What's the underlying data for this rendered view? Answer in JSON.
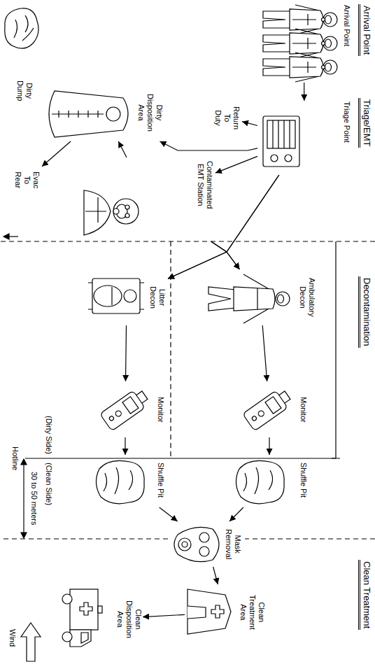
{
  "diagram": {
    "nodes": [
      {
        "text": [
          "Arrival Point"
        ]
      },
      {
        "text": [
          "Triage Point"
        ]
      },
      {
        "text": [
          "Return To Duty"
        ]
      },
      {
        "text": [
          "Contaminated EMT Station"
        ]
      },
      {
        "text": [
          "Dirty Disposition Area"
        ]
      },
      {
        "text": [
          "Dirty Dump"
        ]
      },
      {
        "text": [
          "Evac To Rear"
        ]
      },
      {
        "text": [
          "Ambulatory Decon"
        ]
      },
      {
        "text": [
          "Litter Decon"
        ]
      },
      {
        "text": [
          "Monitor"
        ]
      },
      {
        "text": [
          "Monitor"
        ]
      },
      {
        "text": [
          "Shuffle Pit"
        ]
      },
      {
        "text": [
          "Shuffle Pit"
        ]
      },
      {
        "text": [
          "Mask Removal"
        ]
      },
      {
        "text": [
          "Clean Treatment Area"
        ]
      },
      {
        "text": [
          "Clean Disposition Area"
        ]
      }
    ],
    "edges": [
      {
        "from": 0,
        "to": 1,
        "arrow": "to"
      },
      {
        "from": 1,
        "to": 2,
        "arrow": "to"
      },
      {
        "from": 1,
        "to": 4,
        "arrow": "to"
      },
      {
        "from": 1,
        "to": 3,
        "arrow": "to"
      },
      {
        "from": 1,
        "to": 7,
        "arrow": "to"
      },
      {
        "from": 1,
        "to": 8,
        "arrow": "to"
      },
      {
        "from": 3,
        "to": 7,
        "arrow": "to"
      },
      {
        "from": 3,
        "to": 8,
        "arrow": "to"
      },
      {
        "from": 3,
        "to": 4,
        "arrow": "to"
      },
      {
        "from": 4,
        "to": 6,
        "arrow": "to"
      },
      {
        "from": 7,
        "to": 9,
        "arrow": "to"
      },
      {
        "from": 8,
        "to": 10,
        "arrow": "to"
      },
      {
        "from": 9,
        "to": 11,
        "arrow": "to"
      },
      {
        "from": 10,
        "to": 12,
        "arrow": "to"
      },
      {
        "from": 11,
        "to": 13,
        "arrow": "to"
      },
      {
        "from": 12,
        "to": 13,
        "arrow": "to"
      },
      {
        "from": 13,
        "to": 14,
        "arrow": "to"
      },
      {
        "from": 14,
        "to": 15,
        "arrow": "to"
      }
    ],
    "labels": [
      "Arrival Point",
      "Triage/EMT",
      "Decontamination",
      "Clean Treatment",
      "(Dirty Side)",
      "(Clean Side)",
      "Hotline",
      "30 to 50 meters",
      "Wind"
    ]
  }
}
